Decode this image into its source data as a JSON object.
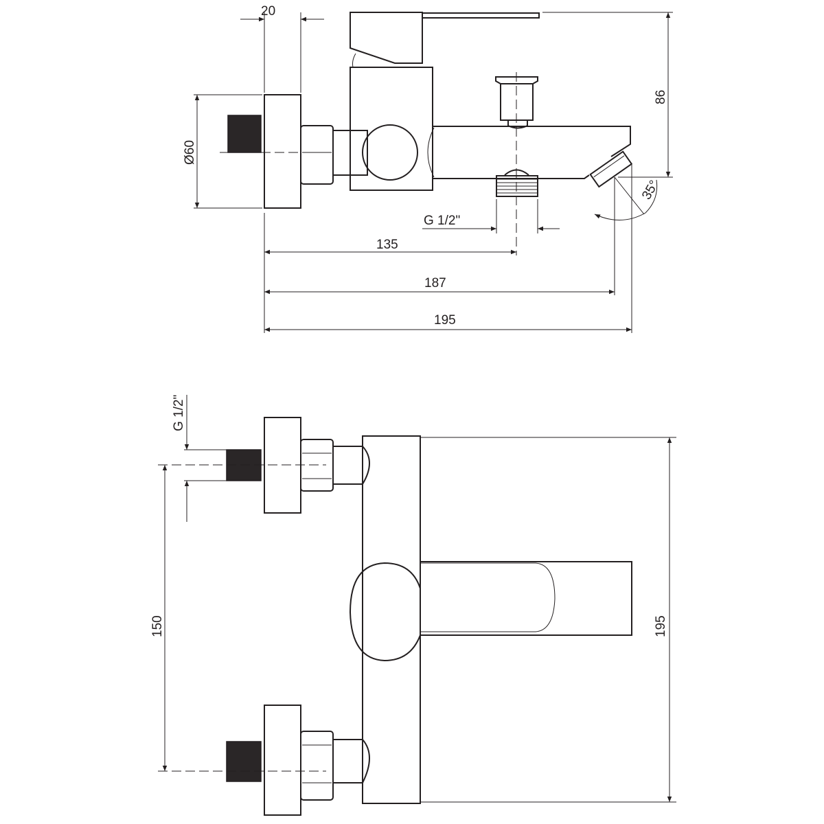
{
  "title": "Bath mixer technical drawing",
  "colors": {
    "line": "#231f20",
    "background": "#ffffff"
  },
  "side_view": {
    "dims": {
      "flange_depth": "20",
      "flange_diameter": "Ø60",
      "height_to_spout": "86",
      "outlet_thread": "G 1/2\"",
      "to_outlet_center": "135",
      "to_spout_outlet": "187",
      "overall_depth": "195",
      "spout_angle": "35°"
    }
  },
  "front_view": {
    "dims": {
      "inlet_thread": "G 1/2\"",
      "inlet_spacing": "150",
      "body_height": "195"
    }
  }
}
